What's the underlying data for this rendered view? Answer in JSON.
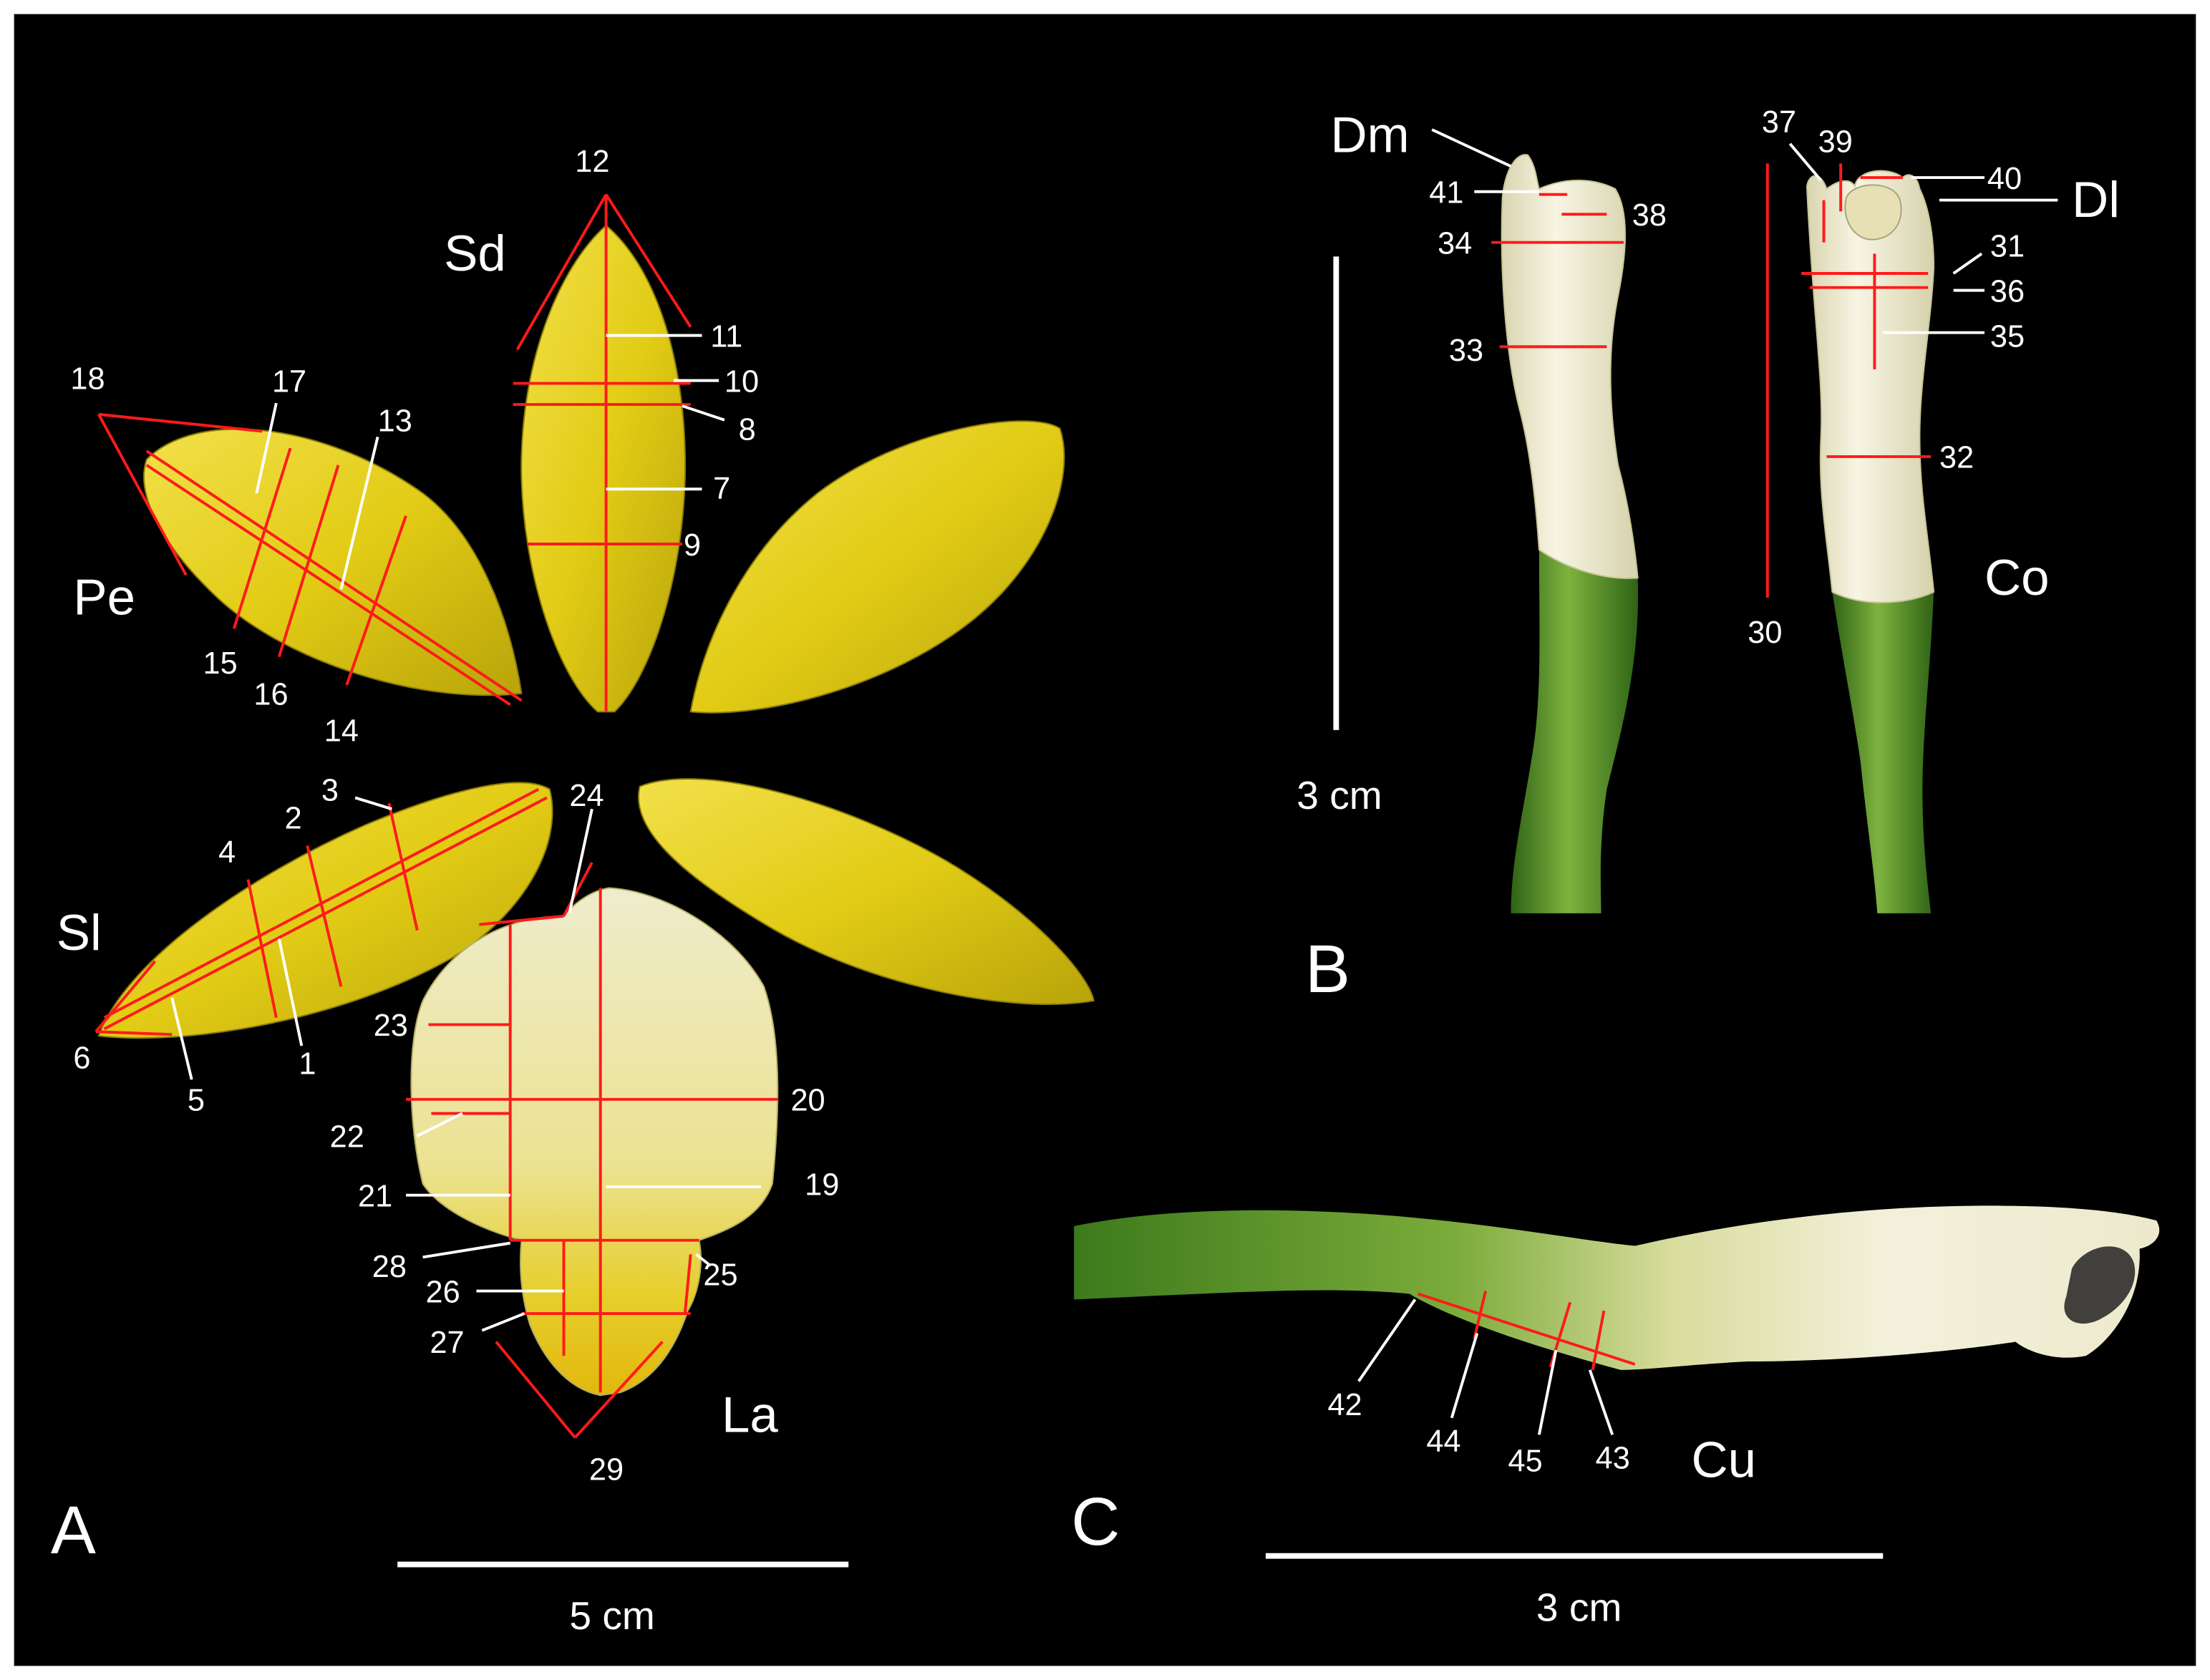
{
  "colors": {
    "background": "#000000",
    "border": "#ffffff",
    "measure_line": "#ff1a1a",
    "leader_line": "#ffffff",
    "label_text": "#ffffff",
    "petal_yellow": "#e2cc16",
    "petal_yellow_dark": "#b8a40a",
    "labellum_cream": "#eee9b6",
    "column_cream": "#f2f0d8",
    "stem_green": "#5f9a2e",
    "stem_green_dark": "#2f6315"
  },
  "panels": {
    "A": "A",
    "B": "B",
    "C": "C"
  },
  "organs": {
    "sd": "Sd",
    "pe": "Pe",
    "sl": "Sl",
    "la": "La",
    "dm": "Dm",
    "dl": "Dl",
    "co": "Co",
    "cu": "Cu"
  },
  "scale_bars": {
    "a": "5 cm",
    "b": "3 cm",
    "c": "3 cm"
  },
  "measurements": {
    "m1": "1",
    "m2": "2",
    "m3": "3",
    "m4": "4",
    "m5": "5",
    "m6": "6",
    "m7": "7",
    "m8": "8",
    "m9": "9",
    "m10": "10",
    "m11": "11",
    "m12": "12",
    "m13": "13",
    "m14": "14",
    "m15": "15",
    "m16": "16",
    "m17": "17",
    "m18": "18",
    "m19": "19",
    "m20": "20",
    "m21": "21",
    "m22": "22",
    "m23": "23",
    "m24": "24",
    "m25": "25",
    "m26": "26",
    "m27": "27",
    "m28": "28",
    "m29": "29",
    "m30": "30",
    "m31": "31",
    "m32": "32",
    "m33": "33",
    "m34": "34",
    "m35": "35",
    "m36": "36",
    "m37": "37",
    "m38": "38",
    "m39": "39",
    "m40": "40",
    "m41": "41",
    "m42": "42",
    "m43": "43",
    "m44": "44",
    "m45": "45"
  }
}
